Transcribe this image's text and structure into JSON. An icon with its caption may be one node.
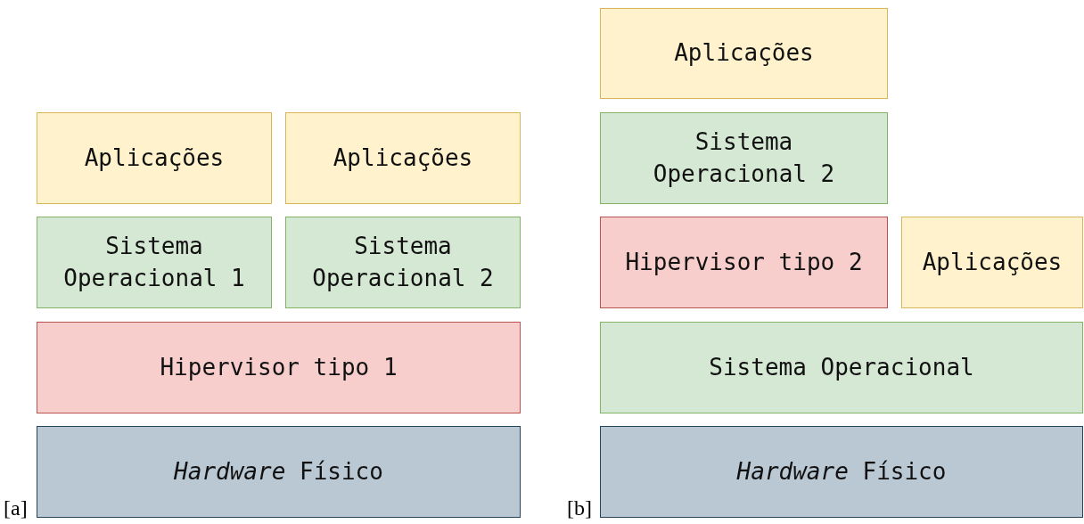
{
  "diagram": {
    "nodes": [
      {
        "text": [
          "Aplicações"
        ]
      },
      {
        "text": [
          "Aplicações"
        ]
      },
      {
        "text": [
          "Sistema Operacional 1"
        ]
      },
      {
        "text": [
          "Sistema Operacional 2"
        ]
      },
      {
        "text": [
          "Hipervisor tipo 1"
        ]
      },
      {
        "text": [
          "*Hardware* Físico"
        ]
      },
      {
        "text": [
          "Aplicações"
        ]
      },
      {
        "text": [
          "Sistema Operacional 2"
        ]
      },
      {
        "text": [
          "Hipervisor tipo 2"
        ]
      },
      {
        "text": [
          "Aplicações"
        ]
      },
      {
        "text": [
          "Sistema Operacional"
        ]
      },
      {
        "text": [
          "*Hardware* Físico"
        ]
      }
    ],
    "labels": [
      "[a]",
      "[b]"
    ]
  }
}
